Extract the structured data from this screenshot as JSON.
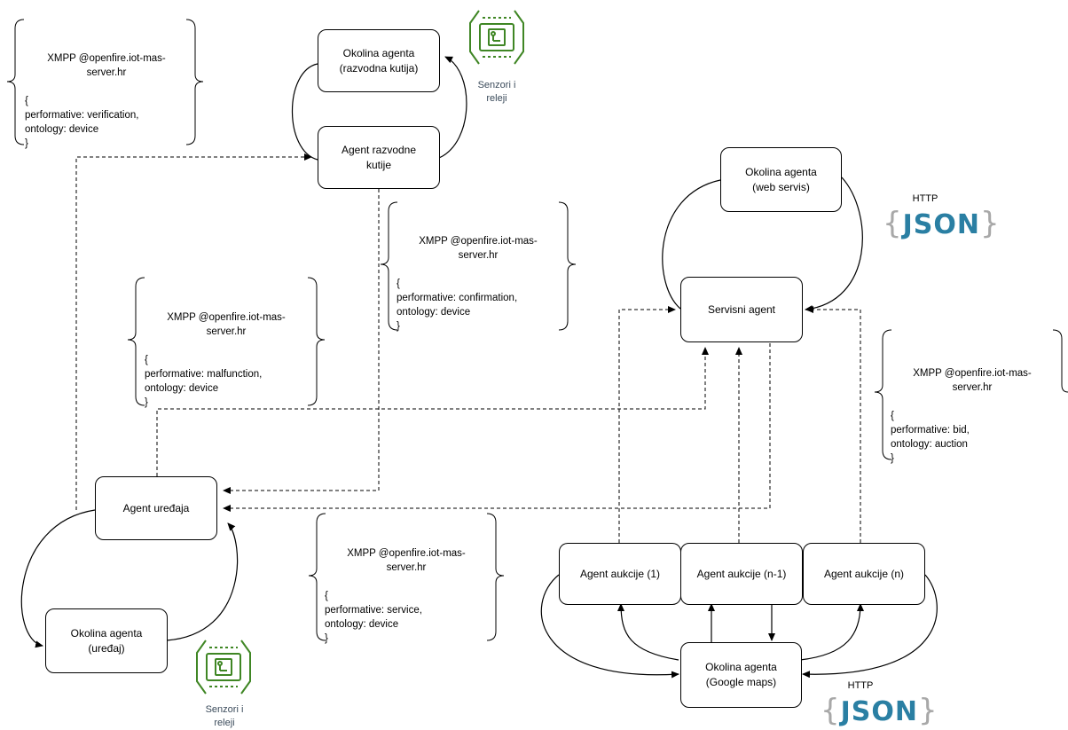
{
  "nodes": {
    "env_razvodna": "Okolina agenta\n(razvodna kutija)",
    "agent_razvodne": "Agent razvodne\nkutije",
    "env_web": "Okolina agenta\n(web servis)",
    "servisni": "Servisni agent",
    "agent_uredaja": "Agent uređaja",
    "env_uredaj": "Okolina agenta\n(uređaj)",
    "aukcija_1": "Agent aukcije (1)",
    "aukcija_n1": "Agent aukcije (n-1)",
    "aukcija_n": "Agent aukcije (n)",
    "env_google": "Okolina agenta\n(Google maps)"
  },
  "messages": {
    "verification": {
      "header": "XMPP @openfire.iot-mas-\nserver.hr",
      "body": "{\n  performative: verification,\n  ontology: device\n}"
    },
    "confirmation": {
      "header": "XMPP @openfire.iot-mas-\nserver.hr",
      "body": "{\n  performative: confirmation,\n  ontology: device\n}"
    },
    "malfunction": {
      "header": "XMPP @openfire.iot-mas-\nserver.hr",
      "body": "{\n  performative: malfunction,\n  ontology: device\n}"
    },
    "bid": {
      "header": "XMPP @openfire.iot-mas-\nserver.hr",
      "body": "{\n  performative: bid,\n  ontology: auction\n}"
    },
    "service": {
      "header": "XMPP @openfire.iot-mas-\nserver.hr",
      "body": "{\n  performative: service,\n  ontology: device\n}"
    }
  },
  "labels": {
    "senzori_top": "Senzori i\nreleji",
    "senzori_bottom": "Senzori i\nreleji",
    "http_top": "HTTP",
    "http_bottom": "HTTP",
    "json_text": "JSON"
  },
  "colors": {
    "sensor_icon": "#3f8624",
    "json_text": "#2a7fa3",
    "json_braces": "#a8a8a8"
  }
}
